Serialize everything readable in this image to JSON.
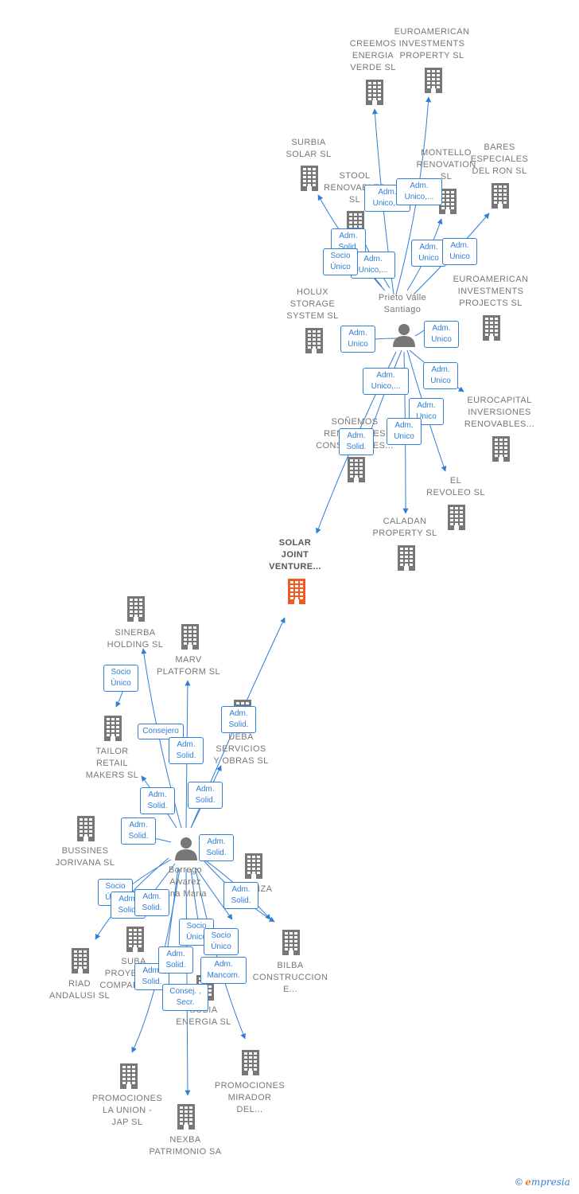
{
  "colors": {
    "edge": "#2f7ed8",
    "building": "#777777",
    "focus_building": "#f15a22",
    "text": "#777777"
  },
  "nodes": [
    {
      "id": "euroamerican_ip",
      "label": "EUROAMERICAN\nINVESTMENTS\nPROPERTY  SL",
      "icon": "building-icon"
    },
    {
      "id": "creemos",
      "label": "CREEMOS\nENERGIA\nVERDE  SL",
      "icon": "building-icon"
    },
    {
      "id": "surbia",
      "label": "SURBIA\nSOLAR  SL",
      "icon": "building-icon"
    },
    {
      "id": "stool",
      "label": "STOOL\nRENOVABLES\nSL",
      "icon": "building-icon"
    },
    {
      "id": "montello",
      "label": "MONTELLO\nRENOVATION\nSL",
      "icon": "building-icon"
    },
    {
      "id": "bares",
      "label": "BARES\nESPECIALES\nDEL RON SL",
      "icon": "building-icon"
    },
    {
      "id": "holux",
      "label": "HOLUX\nSTORAGE\nSYSTEM  SL",
      "icon": "building-icon"
    },
    {
      "id": "prieto",
      "label": "Prieto Valle\nSantiago",
      "icon": "person-icon"
    },
    {
      "id": "euroamerican_pp",
      "label": "EUROAMERICAN\nINVESTMENTS\nPROJECTS  SL",
      "icon": "building-icon"
    },
    {
      "id": "eurocapital",
      "label": "EUROCAPITAL\nINVERSIONES\nRENOVABLES...",
      "icon": "building-icon"
    },
    {
      "id": "sonemos",
      "label": "SOÑEMOS\nRENOVABLES\nCONSULTORES...",
      "icon": "building-icon"
    },
    {
      "id": "revoleo",
      "label": "EL\nREVOLEO  SL",
      "icon": "building-icon"
    },
    {
      "id": "caladan",
      "label": "CALADAN\nPROPERTY  SL",
      "icon": "building-icon"
    },
    {
      "id": "solar",
      "label": "SOLAR\nJOINT\nVENTURE...",
      "icon": "building-icon"
    },
    {
      "id": "sinerba",
      "label": "SINERBA\nHOLDING  SL",
      "icon": "building-icon"
    },
    {
      "id": "marv",
      "label": "MARV\nPLATFORM  SL",
      "icon": "building-icon"
    },
    {
      "id": "tailor",
      "label": "TAILOR\nRETAIL\nMAKERS  SL",
      "icon": "building-icon"
    },
    {
      "id": "ueba",
      "label": "UEBA\nSERVICIOS\nY OBRAS  SL",
      "icon": "building-icon"
    },
    {
      "id": "bussines",
      "label": "BUSSINES\nJORIVANA  SL",
      "icon": "building-icon"
    },
    {
      "id": "borrego",
      "label": "Borrego\nAlvarez\nAna Maria",
      "icon": "person-icon"
    },
    {
      "id": "alianza",
      "label": "ALIANZA\nSL",
      "icon": "building-icon"
    },
    {
      "id": "riad",
      "label": "RIAD\nANDALUSI  SL",
      "icon": "building-icon"
    },
    {
      "id": "suba",
      "label": "SUBA\nPROYECTOS\nCOMPARTIDOS",
      "icon": "building-icon"
    },
    {
      "id": "bilba",
      "label": "BILBA\nCONSTRUCCION\nE...",
      "icon": "building-icon"
    },
    {
      "id": "subia",
      "label": "SUBIA\nENERGIA  SL",
      "icon": "building-icon"
    },
    {
      "id": "promo_union",
      "label": "PROMOCIONES\nLA UNION -\nJAP  SL",
      "icon": "building-icon"
    },
    {
      "id": "promo_mirador",
      "label": "PROMOCIONES\nMIRADOR\nDEL...",
      "icon": "building-icon"
    },
    {
      "id": "nexba",
      "label": "NEXBA\nPATRIMONIO SA",
      "icon": "building-icon"
    }
  ],
  "edges": [
    {
      "from": "prieto",
      "to": "creemos",
      "label": "Adm.\nUnico,..."
    },
    {
      "from": "prieto",
      "to": "euroamerican_ip",
      "label": "Adm.\nUnico,..."
    },
    {
      "from": "prieto",
      "to": "surbia",
      "label": "Adm.\nSolid."
    },
    {
      "from": "prieto",
      "to": "stool",
      "label": "Adm.\nUnico,..."
    },
    {
      "from": "prieto",
      "to": "stool",
      "label": "Socio\nÚnico"
    },
    {
      "from": "prieto",
      "to": "montello",
      "label": "Adm.\nUnico"
    },
    {
      "from": "prieto",
      "to": "bares",
      "label": "Adm.\nUnico"
    },
    {
      "from": "prieto",
      "to": "holux",
      "label": "Adm.\nUnico"
    },
    {
      "from": "prieto",
      "to": "euroamerican_pp",
      "label": "Adm.\nUnico"
    },
    {
      "from": "prieto",
      "to": "eurocapital",
      "label": "Adm.\nUnico"
    },
    {
      "from": "prieto",
      "to": "sonemos",
      "label": "Adm.\nUnico,..."
    },
    {
      "from": "prieto",
      "to": "revoleo",
      "label": "Adm.\nUnico"
    },
    {
      "from": "prieto",
      "to": "caladan",
      "label": "Adm.\nUnico"
    },
    {
      "from": "prieto",
      "to": "solar",
      "label": "Adm.\nSolid."
    },
    {
      "from": "borrego",
      "to": "solar",
      "label": "Adm.\nSolid."
    },
    {
      "from": "borrego",
      "to": "sinerba",
      "label": "Consejero"
    },
    {
      "from": "borrego",
      "to": "marv",
      "label": "Adm.\nSolid."
    },
    {
      "from": "borrego",
      "to": "tailor",
      "label": "Socio\nÚnico"
    },
    {
      "from": "borrego",
      "to": "ueba",
      "label": "Adm.\nSolid."
    },
    {
      "from": "borrego",
      "to": "tailor",
      "label": "Adm.\nSolid."
    },
    {
      "from": "borrego",
      "to": "bussines",
      "label": "Adm.\nSolid."
    },
    {
      "from": "borrego",
      "to": "alianza",
      "label": "Adm.\nSolid."
    },
    {
      "from": "borrego",
      "to": "bilba",
      "label": "Adm.\nSolid."
    },
    {
      "from": "borrego",
      "to": "riad",
      "label": "Socio\nÚnico"
    },
    {
      "from": "borrego",
      "to": "riad",
      "label": "Adm.\nSolid."
    },
    {
      "from": "borrego",
      "to": "suba",
      "label": "Adm.\nSolid."
    },
    {
      "from": "borrego",
      "to": "suba",
      "label": "Adm.\nSolid."
    },
    {
      "from": "borrego",
      "to": "subia",
      "label": "Socio\nÚnico"
    },
    {
      "from": "borrego",
      "to": "subia",
      "label": "Socio\nÚnico"
    },
    {
      "from": "borrego",
      "to": "promo_union",
      "label": "Adm.\nSolid."
    },
    {
      "from": "borrego",
      "to": "promo_mirador",
      "label": "Adm.\nMancom."
    },
    {
      "from": "borrego",
      "to": "nexba",
      "label": "Consej. ,\nSecr."
    }
  ],
  "footer": {
    "copyright": "©",
    "brand_initial": "e",
    "brand_rest": "mpresia"
  }
}
